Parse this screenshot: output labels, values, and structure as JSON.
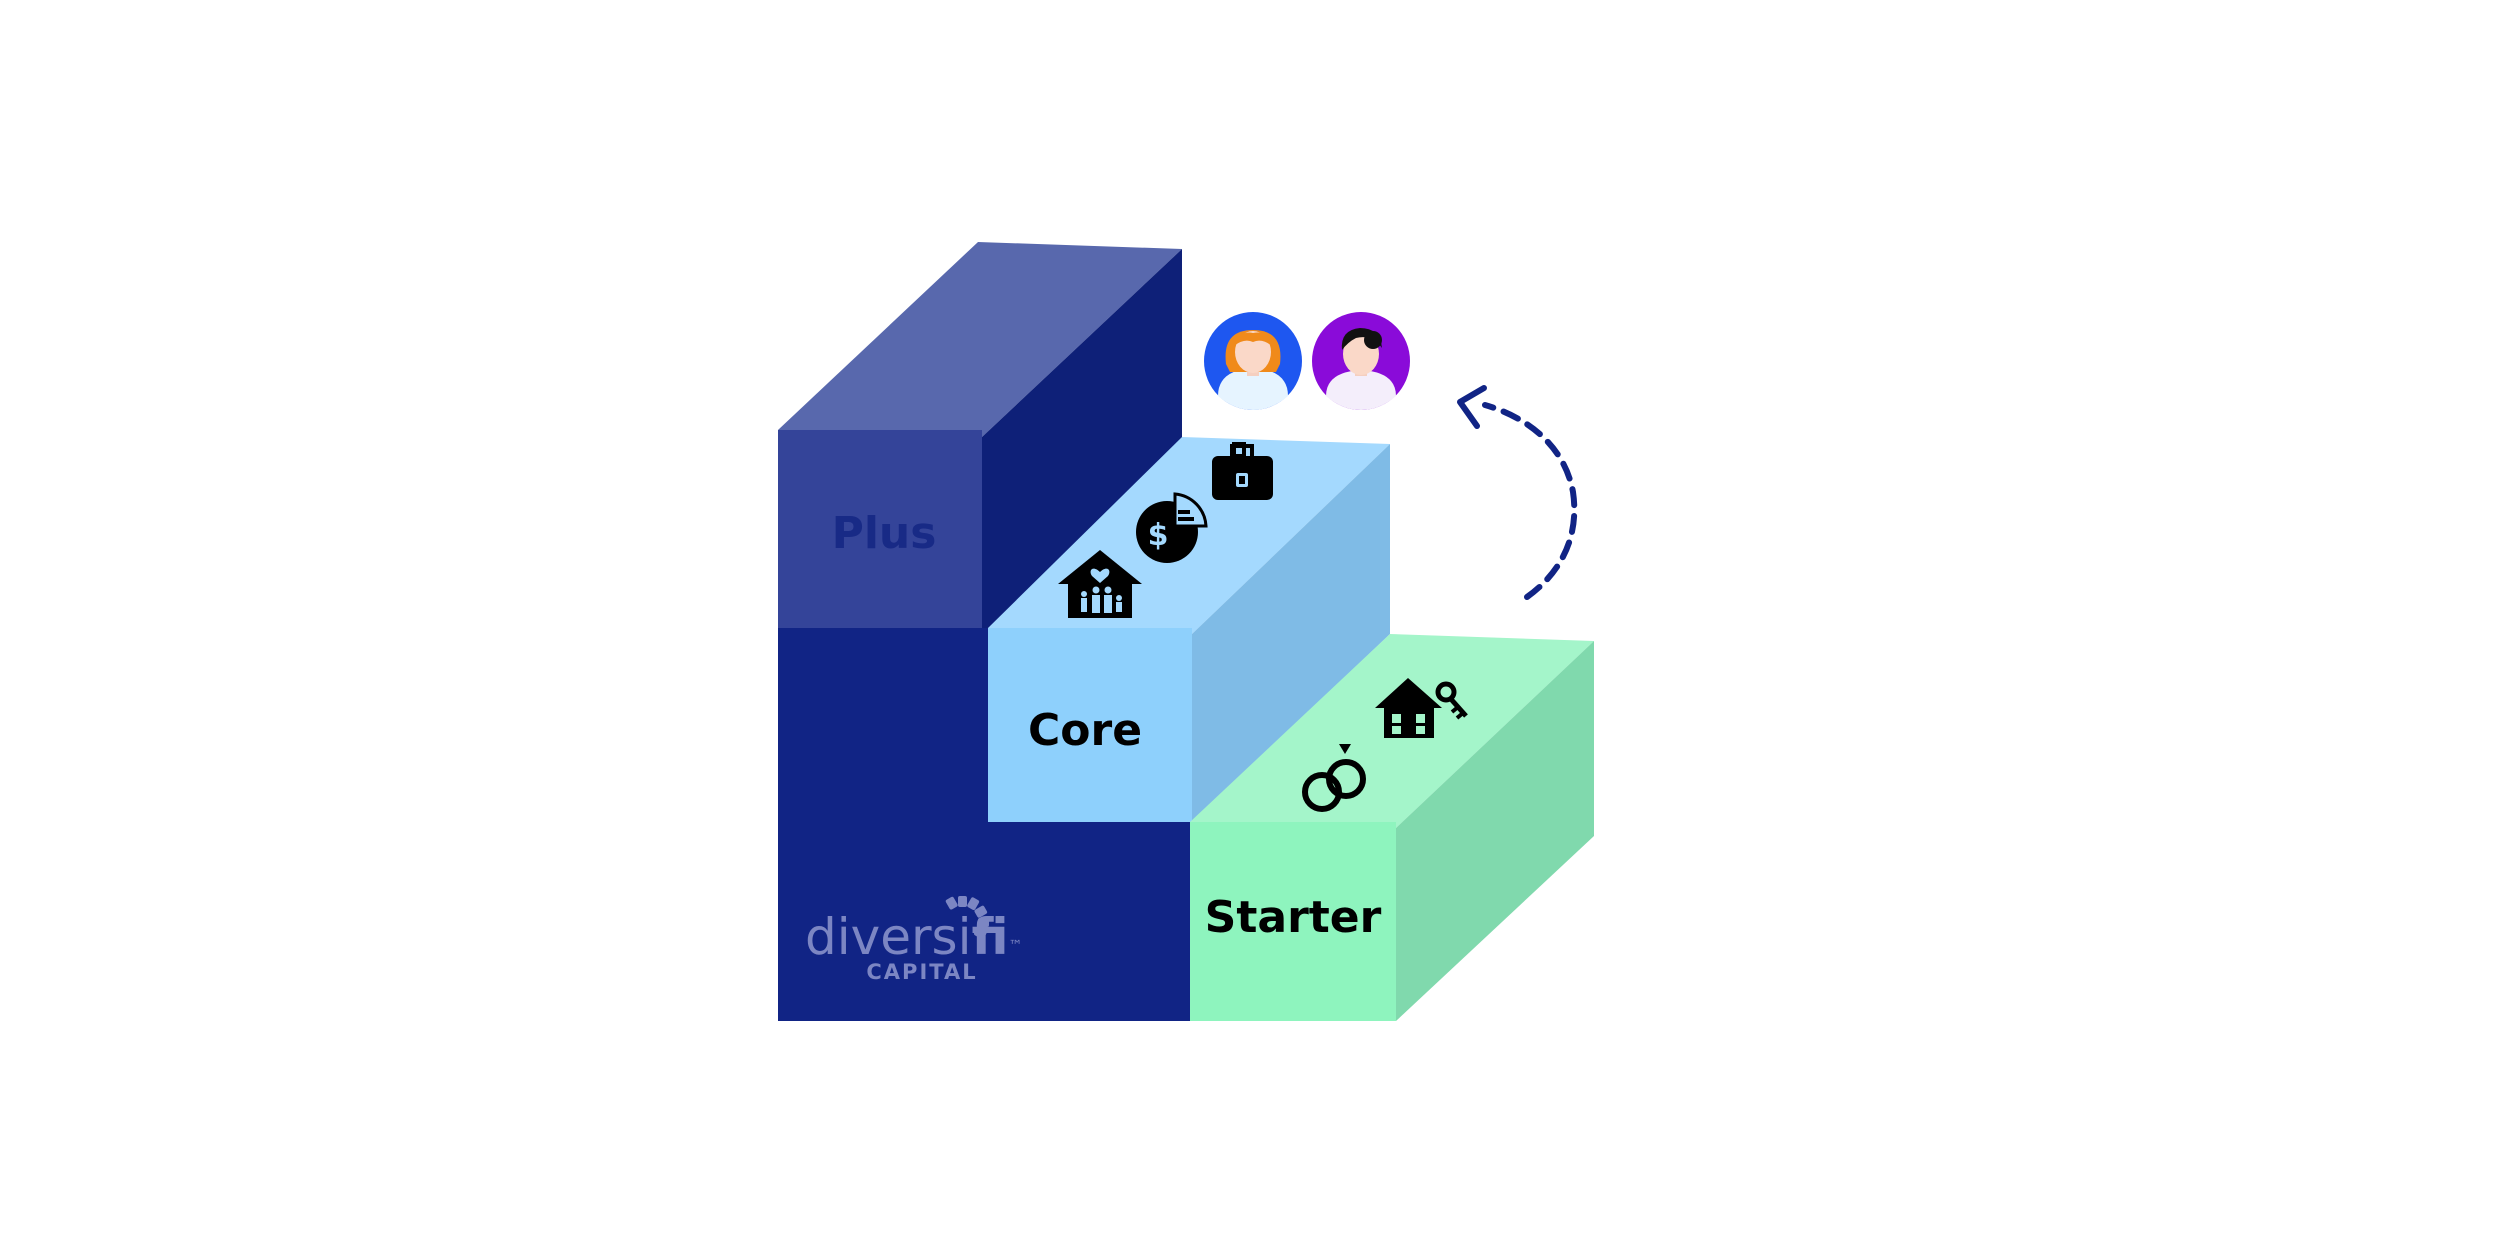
{
  "steps": {
    "plus": {
      "label": "Plus"
    },
    "core": {
      "label": "Core"
    },
    "starter": {
      "label": "Starter"
    }
  },
  "brand": {
    "word_main": "diversi",
    "word_accent": "fi",
    "trademark": "™",
    "sub": "CAPITAL"
  },
  "colors": {
    "plus_front": "#344499",
    "plus_top": "#5868AD",
    "plus_side": "#0E2078",
    "base_front": "#112485",
    "core_front": "#8ED0FC",
    "core_top": "#A4D9FE",
    "core_side": "#7FBBE6",
    "starter_front": "#8EF4BE",
    "starter_top": "#A4F5CA",
    "starter_side": "#80D9AD",
    "arrow": "#112485",
    "brand_text": "#7C86C3"
  },
  "icons": {
    "plus_step": [
      "woman-avatar-icon",
      "man-avatar-icon",
      "briefcase-icon",
      "dollar-pie-chart-icon",
      "family-home-icon"
    ],
    "starter_step": [
      "house-key-icon",
      "wedding-rings-icon"
    ],
    "arrow": "dashed-curved-arrow-icon"
  }
}
